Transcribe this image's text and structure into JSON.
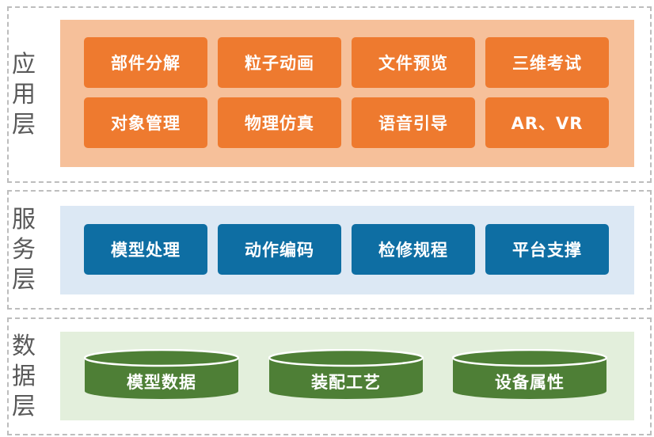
{
  "layers": {
    "application": {
      "label_chars": [
        "应",
        "用",
        "层"
      ],
      "items": [
        "部件分解",
        "粒子动画",
        "文件预览",
        "三维考试",
        "对象管理",
        "物理仿真",
        "语音引导",
        "AR、VR"
      ]
    },
    "service": {
      "label_chars": [
        "服",
        "务",
        "层"
      ],
      "items": [
        "模型处理",
        "动作编码",
        "检修规程",
        "平台支撑"
      ]
    },
    "data": {
      "label_chars": [
        "数",
        "据",
        "层"
      ],
      "items": [
        "模型数据",
        "装配工艺",
        "设备属性"
      ]
    }
  },
  "colors": {
    "application_panel": "#f6c09a",
    "application_box": "#ee7a2f",
    "service_panel": "#dce8f4",
    "service_box": "#0e6ea3",
    "data_panel": "#e3efdc",
    "data_cylinder": "#4e7f36",
    "label_text": "#595959",
    "dashed_border": "#bdbdbd"
  }
}
